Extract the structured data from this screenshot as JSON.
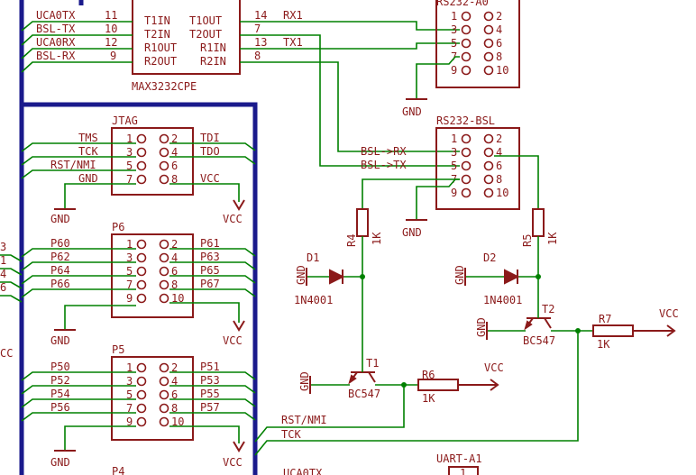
{
  "colors": {
    "wire": "#008000",
    "component": "#8b1a1a",
    "bus": "#1a1a8c",
    "background": "#ffffff"
  },
  "max3232": {
    "name": "MAX3232CPE",
    "left_nets": [
      "UCA0TX",
      "BSL-TX",
      "UCA0RX",
      "BSL-RX"
    ],
    "left_pins": [
      "11",
      "10",
      "12",
      "9"
    ],
    "left_ports": [
      "T1IN",
      "T2IN",
      "R1OUT",
      "R2OUT"
    ],
    "right_ports": [
      "T1OUT",
      "T2OUT",
      "R1IN",
      "R2IN"
    ],
    "right_pins": [
      "14",
      "7",
      "13",
      "8"
    ],
    "right_nets": [
      "RX1",
      "",
      "TX1",
      ""
    ]
  },
  "rs232_top": {
    "name": "RS232-A0",
    "odd_pins": [
      "1",
      "3",
      "5",
      "7",
      "9"
    ],
    "even_pins": [
      "2",
      "4",
      "6",
      "8",
      "10"
    ]
  },
  "rs232_bsl": {
    "name": "RS232-BSL",
    "odd_pins": [
      "1",
      "3",
      "5",
      "7",
      "9"
    ],
    "even_pins": [
      "2",
      "4",
      "6",
      "8",
      "10"
    ],
    "nets": [
      "BSL->RX",
      "BSL->TX"
    ]
  },
  "jtag": {
    "name": "JTAG",
    "odd_pins": [
      "1",
      "3",
      "5",
      "7"
    ],
    "even_pins": [
      "2",
      "4",
      "6",
      "8"
    ],
    "left_nets": [
      "TMS",
      "TCK",
      "RST/NMI",
      "GND"
    ],
    "right_nets": [
      "TDI",
      "TDO",
      "",
      "VCC"
    ]
  },
  "p6": {
    "name": "P6",
    "odd_pins": [
      "1",
      "3",
      "5",
      "7",
      "9"
    ],
    "even_pins": [
      "2",
      "4",
      "6",
      "8",
      "10"
    ],
    "left_nets": [
      "P60",
      "P62",
      "P64",
      "P66"
    ],
    "right_nets": [
      "P61",
      "P63",
      "P65",
      "P67"
    ],
    "edge_labels": [
      "3",
      "1",
      "4",
      "6"
    ]
  },
  "p5": {
    "name": "P5",
    "odd_pins": [
      "1",
      "3",
      "5",
      "7",
      "9"
    ],
    "even_pins": [
      "2",
      "4",
      "6",
      "8",
      "10"
    ],
    "left_nets": [
      "P50",
      "P52",
      "P54",
      "P56"
    ],
    "right_nets": [
      "P51",
      "P53",
      "P55",
      "P57"
    ]
  },
  "p4": {
    "name": "P4"
  },
  "uart": {
    "name": "UART-A1",
    "pin_label": "1",
    "net_partial": "UCA0TX"
  },
  "power": {
    "gnd": "GND",
    "vcc": "VCC",
    "edge_vcc": "CC"
  },
  "r4": {
    "name": "R4",
    "value": "1K"
  },
  "r5": {
    "name": "R5",
    "value": "1K"
  },
  "r6": {
    "name": "R6",
    "value": "1K"
  },
  "r7": {
    "name": "R7",
    "value": "1K"
  },
  "d1": {
    "name": "D1",
    "part": "1N4001"
  },
  "d2": {
    "name": "D2",
    "part": "1N4001"
  },
  "t1": {
    "name": "T1",
    "part": "BC547"
  },
  "t2": {
    "name": "T2",
    "part": "BC547"
  },
  "nets": {
    "rst": "RST/NMI",
    "tck": "TCK"
  }
}
